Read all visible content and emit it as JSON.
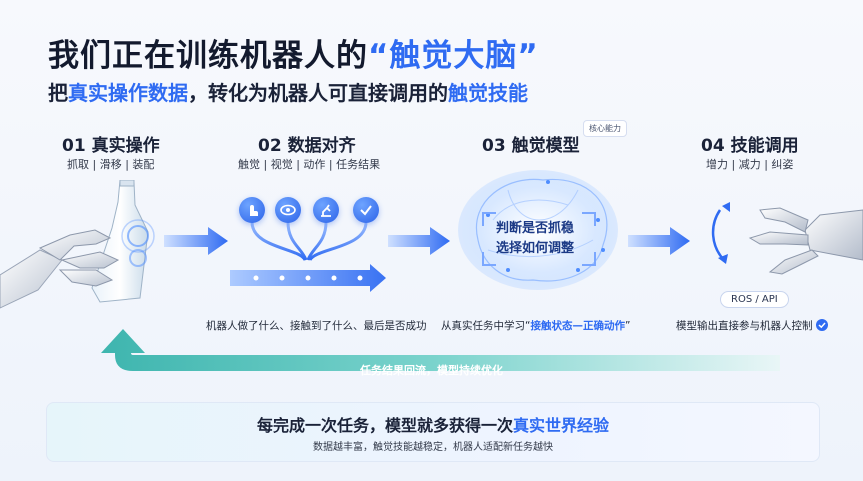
{
  "header": {
    "title_main": "我们正在训练机器人的",
    "title_highlight": "“触觉大脑”",
    "subtitle_p1": "把",
    "subtitle_hl1": "真实操作数据",
    "subtitle_p2": "，转化为机器人可直接调用的",
    "subtitle_hl2": "触觉技能"
  },
  "steps": [
    {
      "title": "01 真实操作",
      "sub": "抓取 | 滑移 | 装配"
    },
    {
      "title": "02 数据对齐",
      "sub": "触觉 | 视觉 | 动作 | 任务结果"
    },
    {
      "title": "03 触觉模型",
      "sub": ""
    },
    {
      "title": "04 技能调用",
      "sub": "增力 | 减力 | 纠姿"
    }
  ],
  "core_badge": "核心能力",
  "brain": {
    "line1": "判断是否抓稳",
    "line2": "选择如何调整"
  },
  "captions": {
    "data": "机器人做了什么、接触到了什么、最后是否成功",
    "learn_p1": "从真实任务中学习“",
    "learn_hl": "接触状态—正确动作",
    "learn_p2": "”",
    "control": "模型输出直接参与机器人控制"
  },
  "ros_api": "ROS / API",
  "loop_label": "任务结果回流，模型持续优化",
  "bottom": {
    "main_p1": "每完成一次任务，模型就多获得一次",
    "main_hl": "真实世界经验",
    "sub": "数据越丰富，触觉技能越稳定，机器人适配新任务越快"
  },
  "icons": [
    "hand-touch-icon",
    "eye-icon",
    "robot-arm-icon",
    "check-icon"
  ],
  "colors": {
    "accent": "#2f6bf2",
    "teal": "#35b8b0",
    "text": "#1a2238"
  }
}
